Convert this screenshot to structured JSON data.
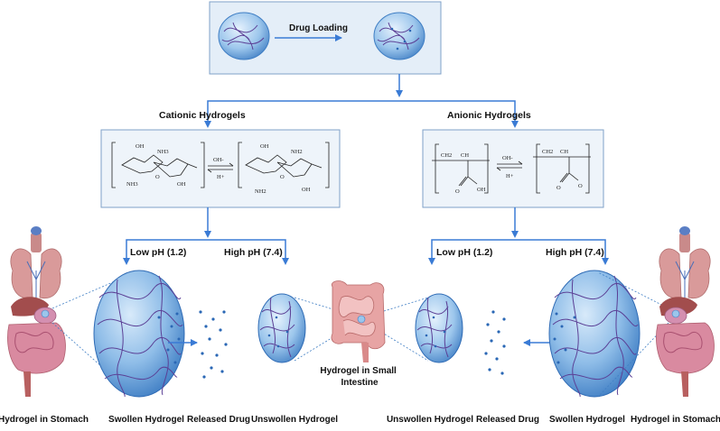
{
  "top": {
    "process_label": "Drug Loading"
  },
  "branches": {
    "cationic": "Cationic Hydrogels",
    "anionic": "Anionic Hydrogels"
  },
  "chem": {
    "oh": "OH",
    "nh3": "NH3",
    "nh2": "NH2",
    "o": "O",
    "oh_minus": "OH-",
    "h_plus": "H+",
    "ch2": "CH2",
    "ch": "CH"
  },
  "ph": {
    "low": "Low pH (1.2)",
    "high": "High pH (7.4)"
  },
  "middle": {
    "intestine_label": "Hydrogel in Small Intestine"
  },
  "bottom_labels": [
    "Hydrogel in Stomach",
    "Swollen Hydrogel",
    "Released Drug",
    "Unswollen Hydrogel",
    "Unswollen Hydrogel",
    "Released Drug",
    "Swollen Hydrogel",
    "Hydrogel in Stomach"
  ],
  "colors": {
    "arrow": "#3a7bd5",
    "box_fill": "#e4eef8",
    "box_stroke": "#7fa1c8",
    "gel_fill": "#86b6e4",
    "gel_strand": "#5b3f95",
    "drug_dot": "#2a67b5"
  }
}
